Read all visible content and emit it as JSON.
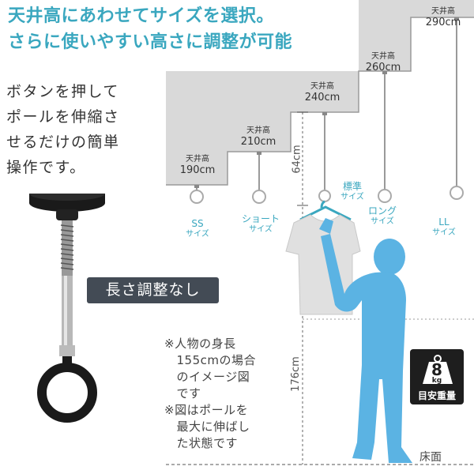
{
  "headline": {
    "line1": "天井高にあわせてサイズを選択。",
    "line2": "さらに使いやすい高さに調整が可能"
  },
  "description": [
    "ボタンを押して",
    "ポールを伸縮さ",
    "せるだけの簡単",
    "操作です。"
  ],
  "badge": "長さ調整なし",
  "ceilings": [
    {
      "label": "天井高",
      "value": "190cm"
    },
    {
      "label": "天井高",
      "value": "210cm"
    },
    {
      "label": "天井高",
      "value": "240cm"
    },
    {
      "label": "天井高",
      "value": "260cm"
    },
    {
      "label": "天井高",
      "value": "290cm"
    }
  ],
  "sizes": [
    {
      "name": "SS",
      "sub": "サイズ"
    },
    {
      "name": "ショート",
      "sub": "サイズ"
    },
    {
      "name": "標準",
      "sub": "サイズ"
    },
    {
      "name": "ロング",
      "sub": "サイズ"
    },
    {
      "name": "LL",
      "sub": "サイズ"
    }
  ],
  "dimensions": {
    "upper": "64cm",
    "lower": "176cm"
  },
  "notes": [
    "※人物の身長",
    "　155cmの場合",
    "　のイメージ図",
    "　です",
    "※図はポールを",
    "　最大に伸ばし",
    "　た状態です"
  ],
  "floor": "床面",
  "weight": {
    "value": "8",
    "unit": "kg",
    "label": "目安重量"
  },
  "colors": {
    "accent": "#3aa7bf",
    "person": "#5bb3e3",
    "ceiling": "#d9d9d9",
    "badge": "#434b55"
  }
}
